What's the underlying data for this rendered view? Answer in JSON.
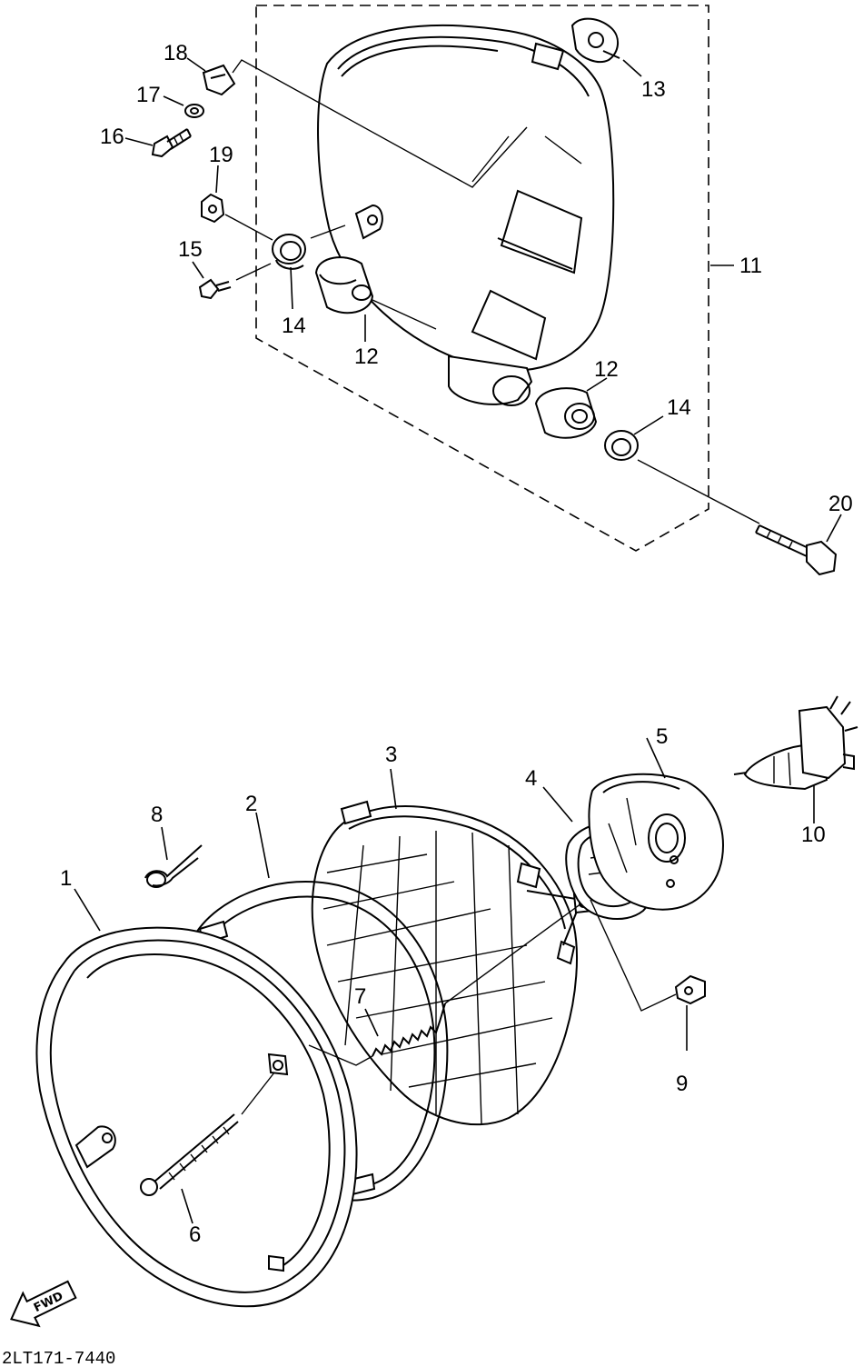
{
  "diagram": {
    "catalog_code": "2LT171-7440",
    "fwd_arrow_text": "FWD",
    "callouts": {
      "c1": "1",
      "c2": "2",
      "c3": "3",
      "c4": "4",
      "c5": "5",
      "c6": "6",
      "c7": "7",
      "c8": "8",
      "c9": "9",
      "c10": "10",
      "c11": "11",
      "c12a": "12",
      "c12b": "12",
      "c13": "13",
      "c14a": "14",
      "c14b": "14",
      "c15": "15",
      "c16": "16",
      "c17": "17",
      "c18": "18",
      "c19": "19",
      "c20": "20"
    }
  }
}
